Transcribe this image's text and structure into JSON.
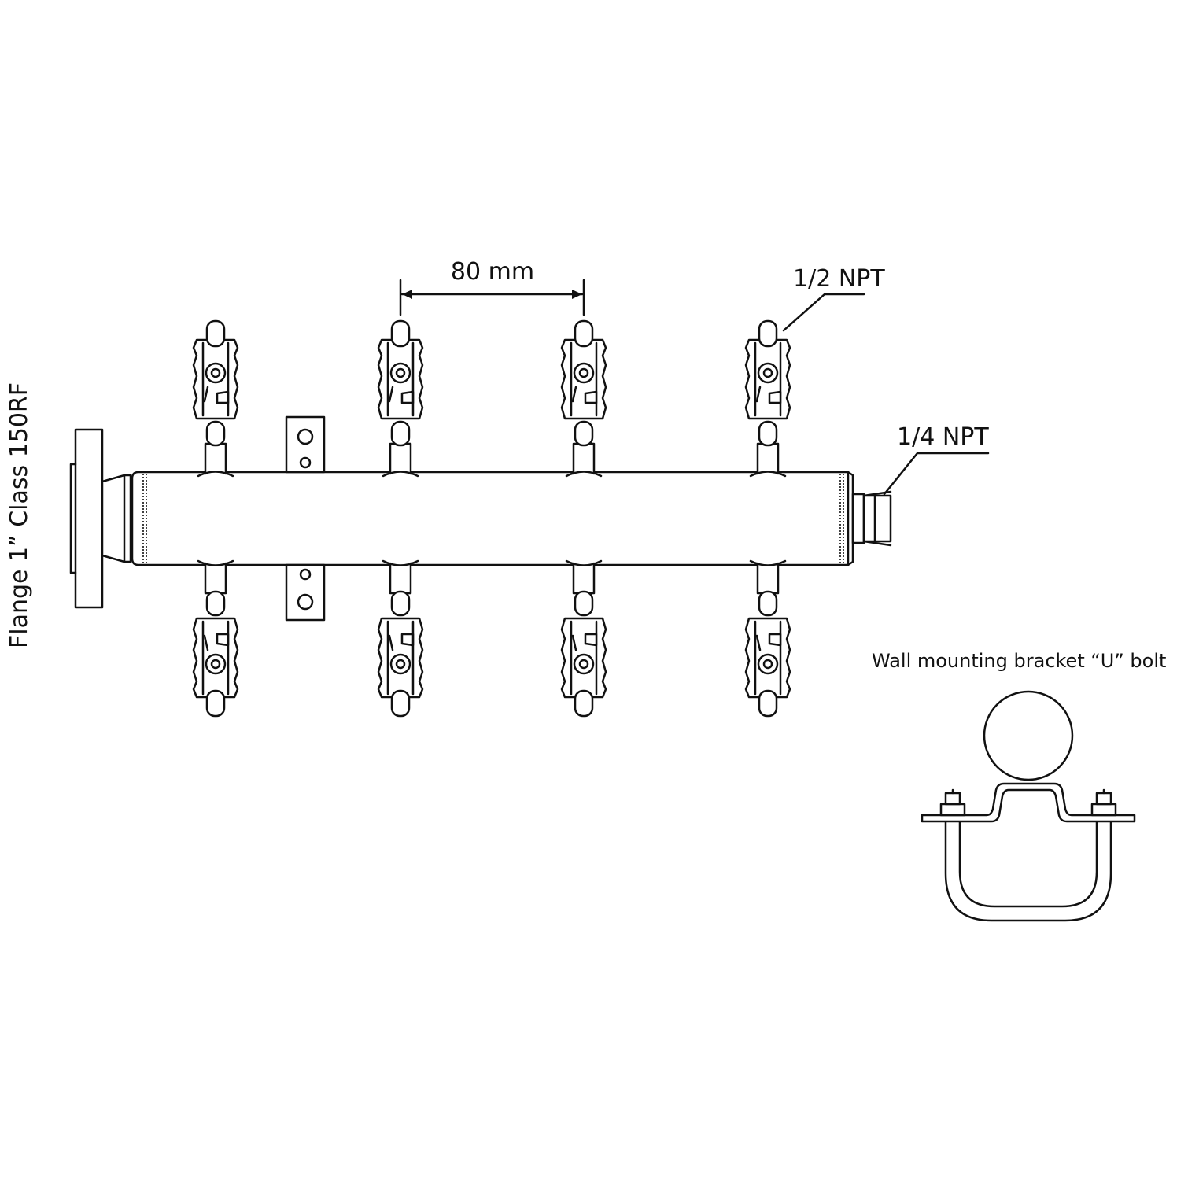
{
  "labels": {
    "spacing": "80 mm",
    "outlet_port": "1/2 NPT",
    "end_port": "1/4 NPT",
    "flange": "Flange 1” Class 150RF",
    "bracket": "Wall mounting bracket “U” bolt"
  },
  "components": {
    "valves_top": 4,
    "valves_bottom": 4
  },
  "colors": {
    "ink": "#111111",
    "background": "#ffffff"
  }
}
